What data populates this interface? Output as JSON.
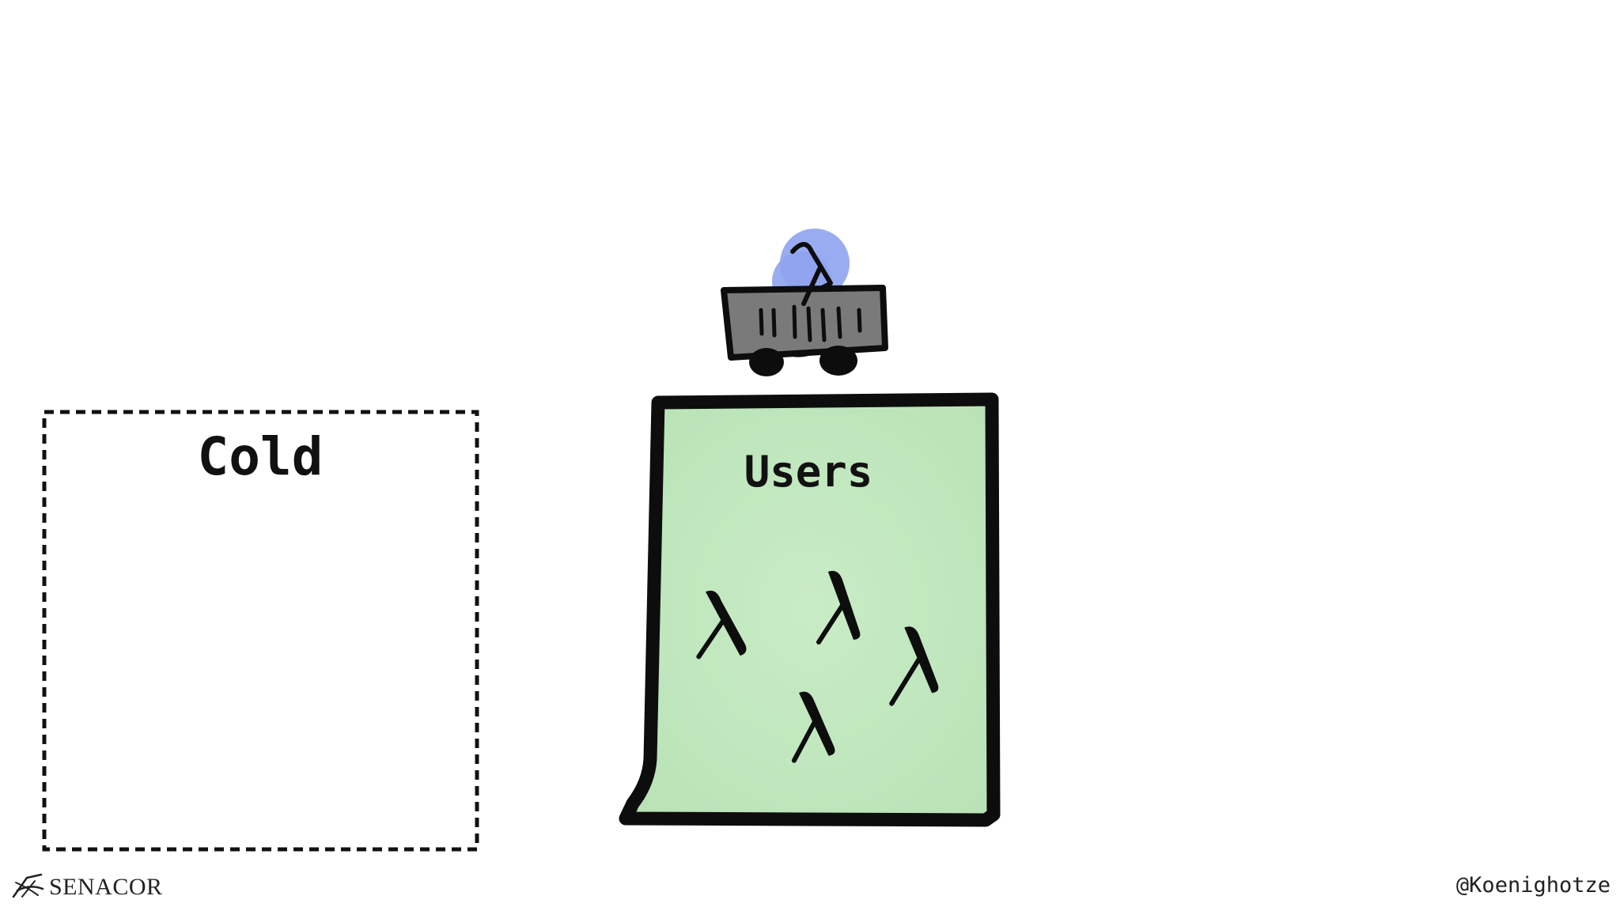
{
  "cold_box": {
    "title": "Cold"
  },
  "users_box": {
    "title": "Users",
    "fill_color": "#bfe6bd",
    "lambda_count": 4
  },
  "cart": {
    "container_color": "#7a7a7a",
    "highlight_color": "#8fa3f0",
    "cargo_icon": "lambda-icon"
  },
  "footer": {
    "brand": "SENACOR",
    "brand_icon": "senacor-logo-icon",
    "handle": "@Koenighotze"
  }
}
